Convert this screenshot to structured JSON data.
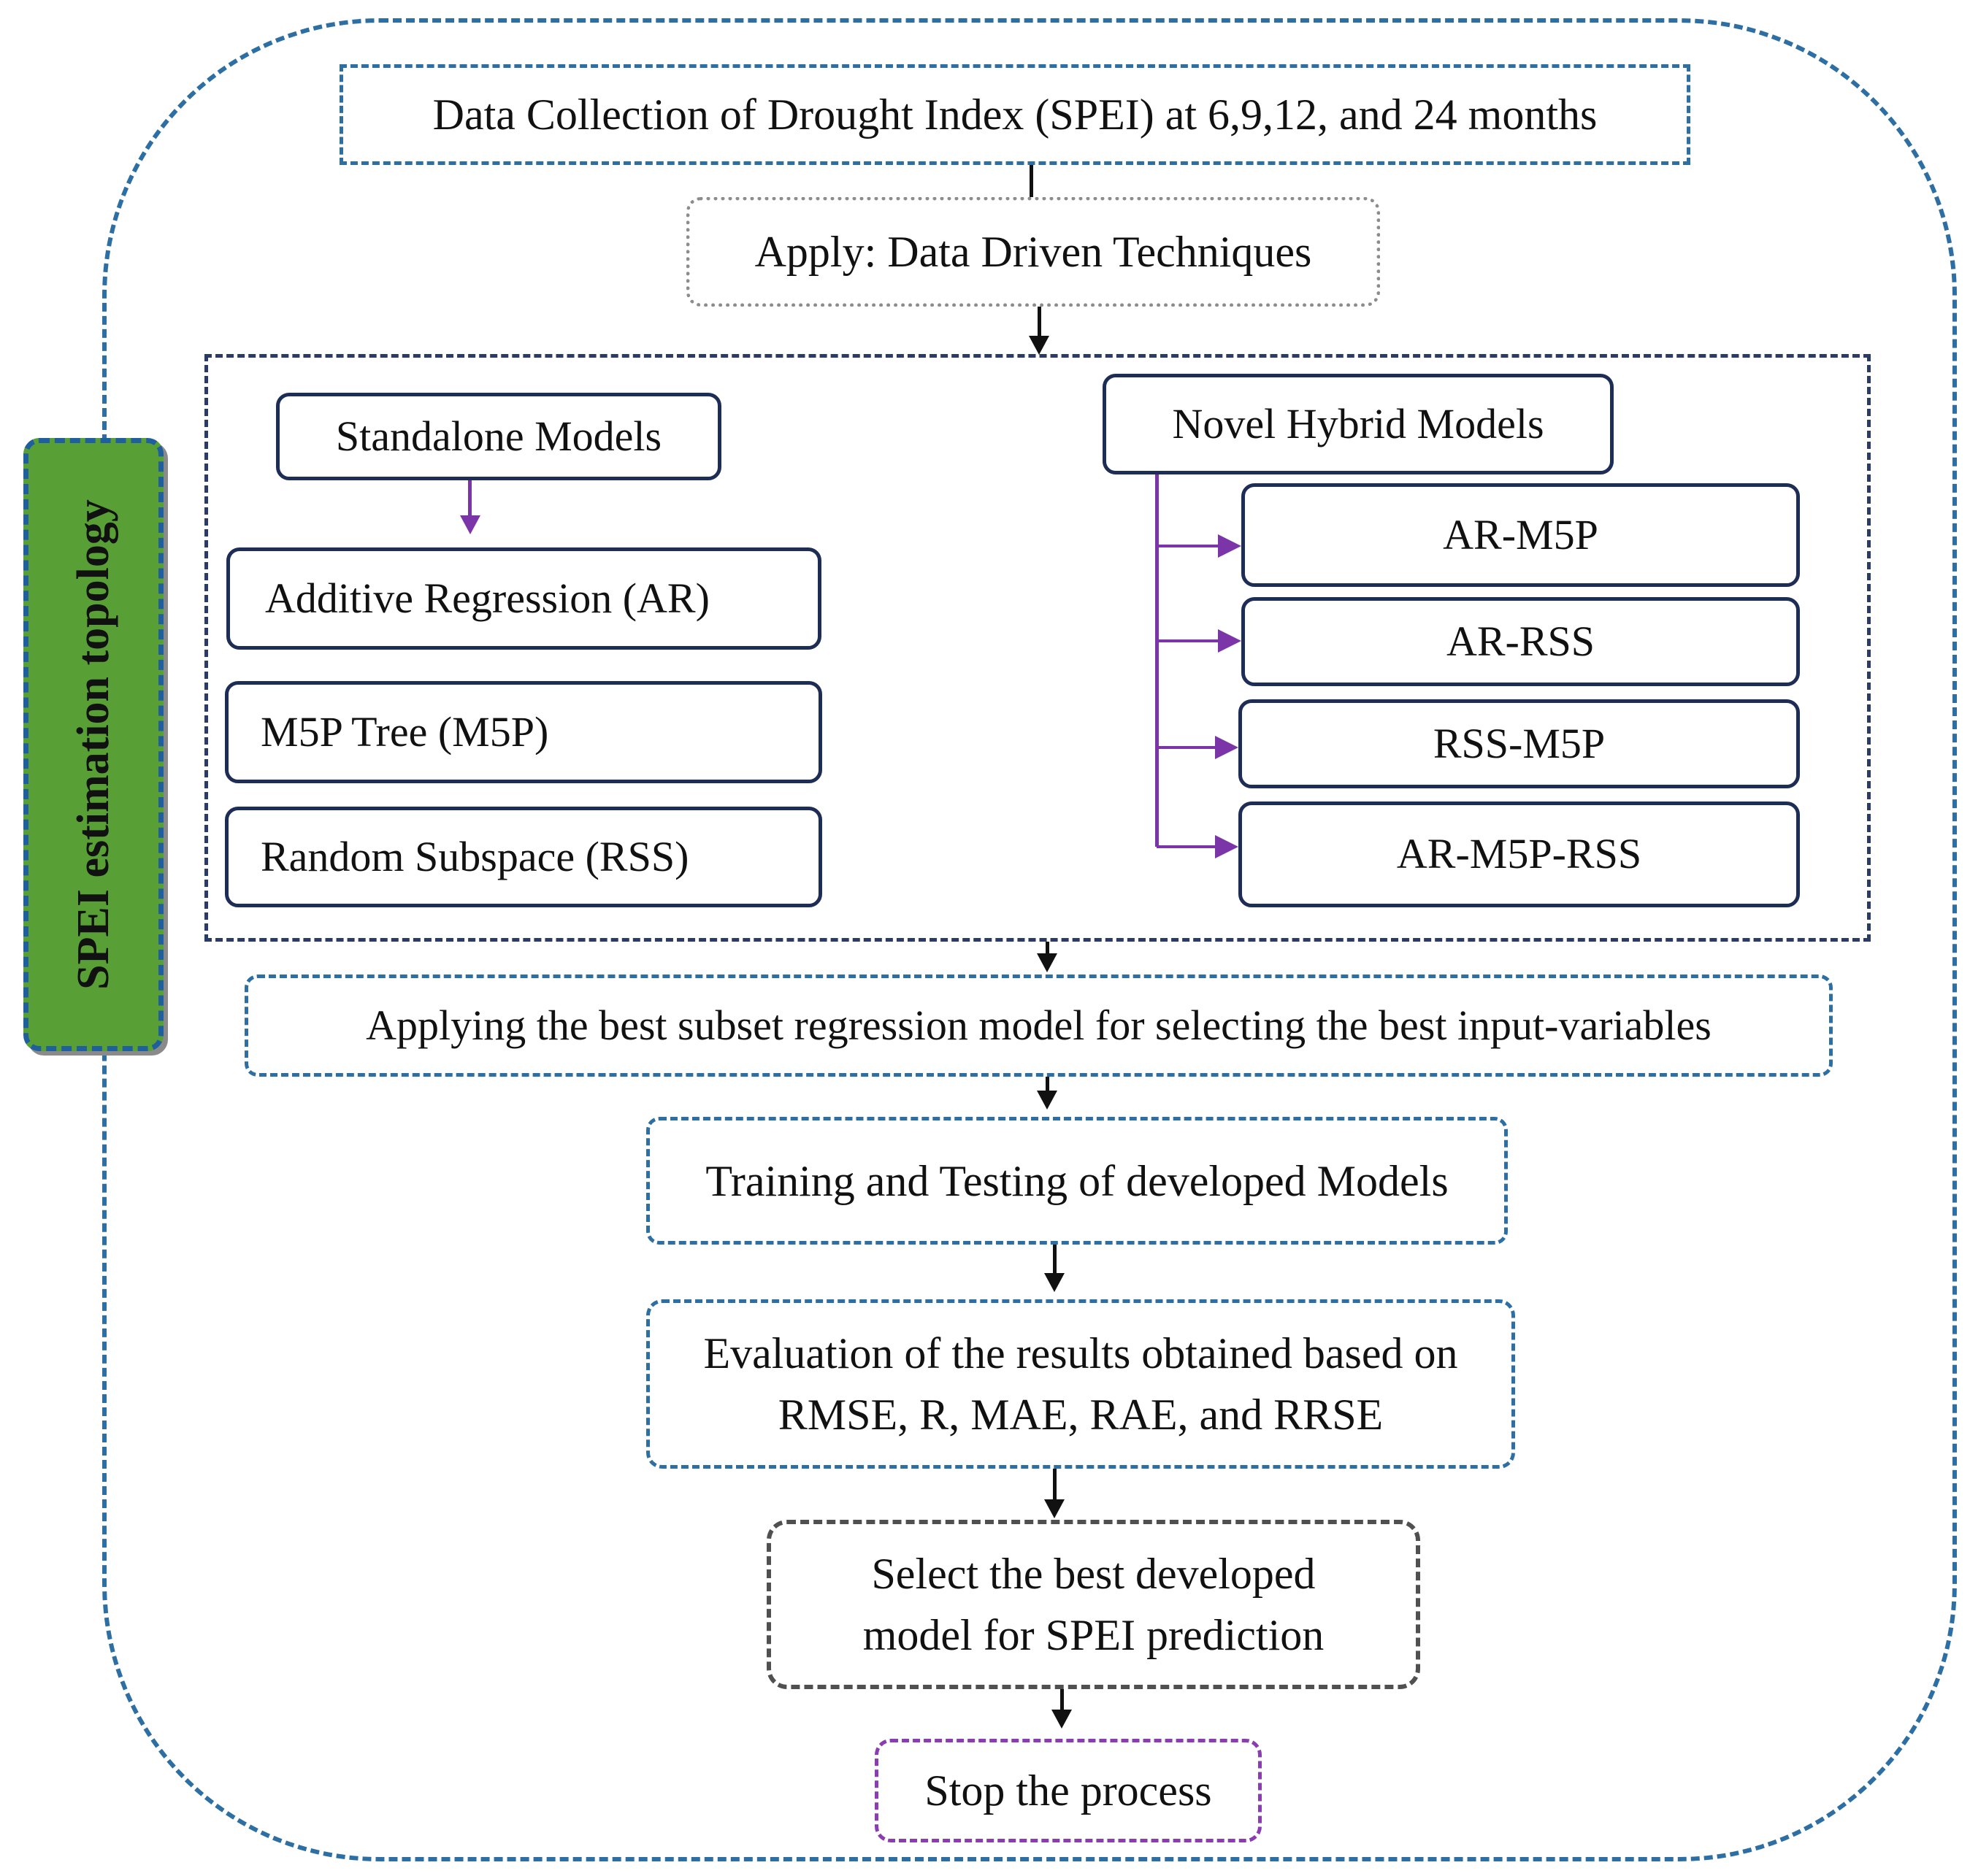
{
  "side_label": "SPEI estimation topology",
  "steps": {
    "data_collection": "Data Collection of Drought Index (SPEI) at 6,9,12, and 24 months",
    "apply_techniques": "Apply: Data Driven Techniques",
    "best_subset": "Applying the best subset regression model for selecting the best input-variables",
    "training_testing": "Training and Testing of developed Models",
    "evaluation_line1": "Evaluation of the results obtained based on",
    "evaluation_line2": "RMSE, R, MAE, RAE, and RRSE",
    "select_line1": "Select the best developed",
    "select_line2": "model for SPEI prediction",
    "stop": "Stop the process"
  },
  "standalone": {
    "title": "Standalone Models",
    "models": [
      "Additive Regression (AR)",
      "M5P Tree (M5P)",
      "Random Subspace (RSS)"
    ]
  },
  "hybrid": {
    "title": "Novel Hybrid Models",
    "models": [
      "AR-M5P",
      "AR-RSS",
      "RSS-M5P",
      "AR-M5P-RSS"
    ]
  },
  "colors": {
    "outer_border": "#2e6fa3",
    "side_fill": "#58a035",
    "side_border": "#1f5f9e",
    "model_border": "#1e2d55",
    "hybrid_arrows": "#7b35a9",
    "stop_border": "#8a3cb0"
  }
}
